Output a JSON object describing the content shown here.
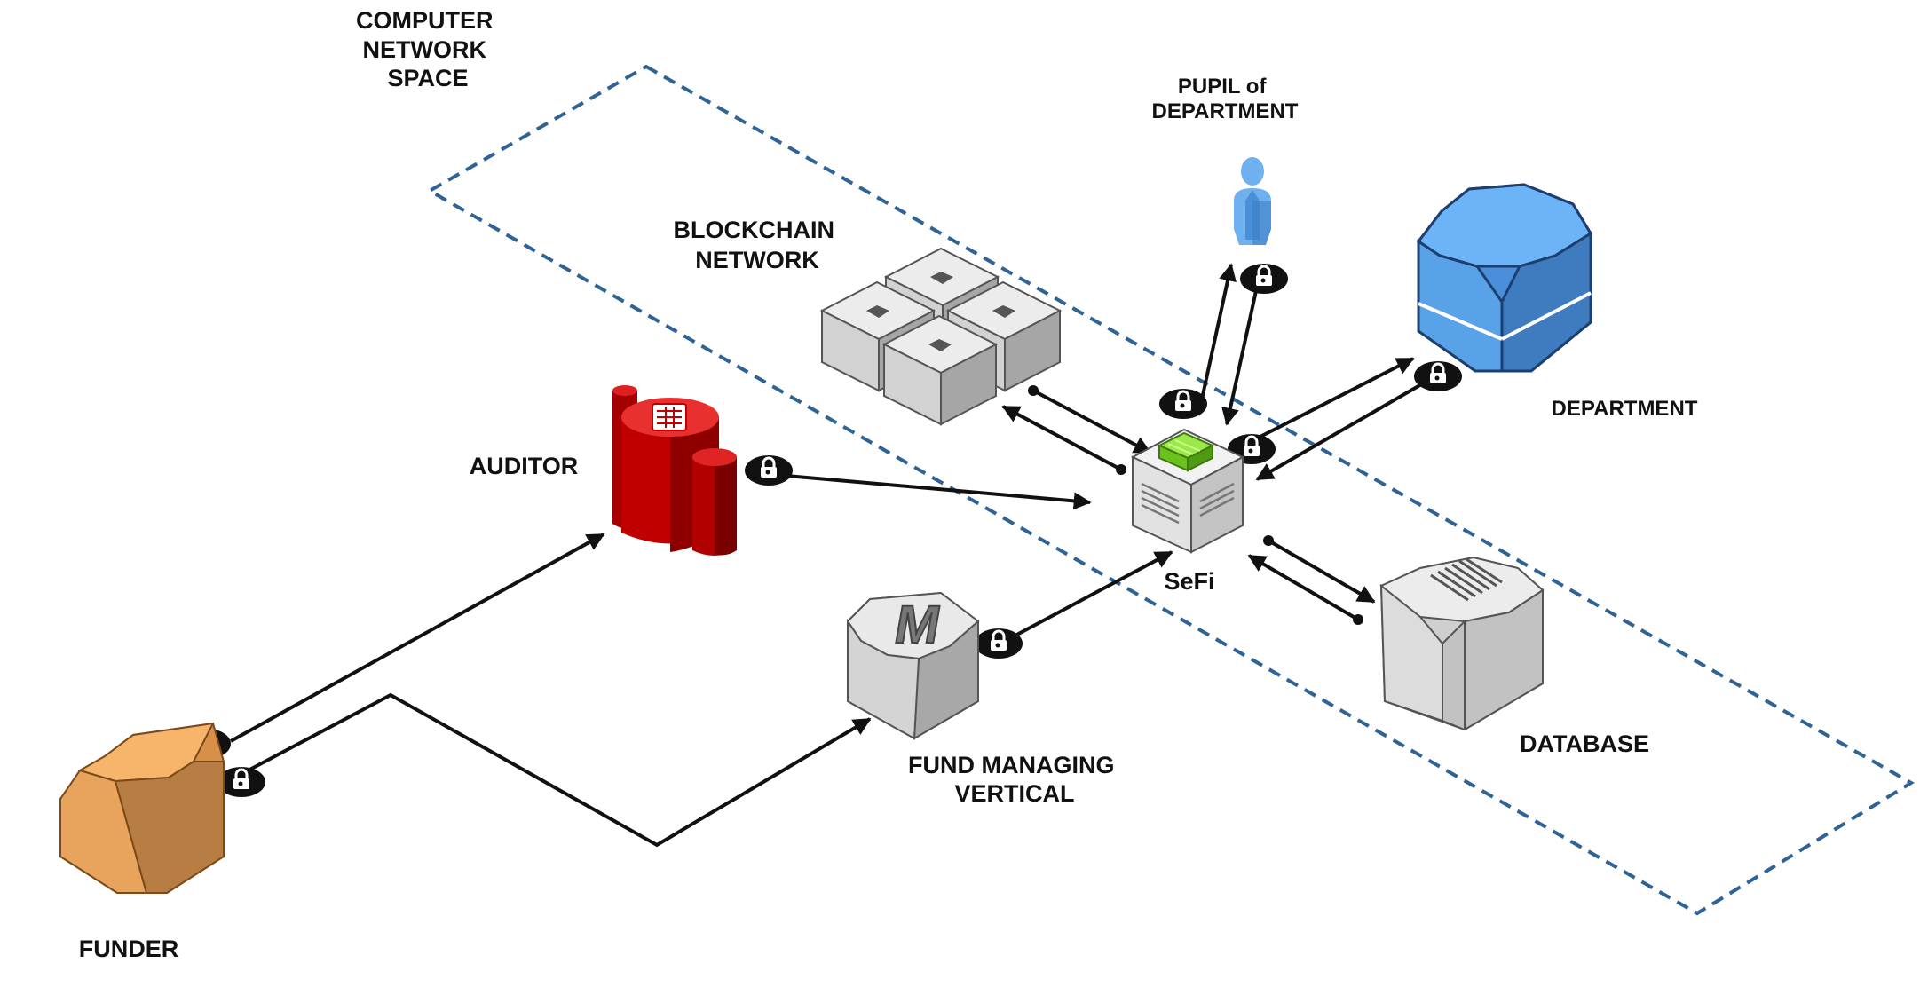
{
  "labels": {
    "network_space": [
      "COMPUTER",
      "NETWORK",
      "SPACE"
    ],
    "blockchain": [
      "BLOCKCHAIN",
      "NETWORK"
    ],
    "pupil": [
      "PUPIL of",
      "DEPARTMENT"
    ],
    "department": "DEPARTMENT",
    "auditor": "AUDITOR",
    "sefi": "SeFi",
    "database": "DATABASE",
    "fund_managing": [
      "FUND MANAGING",
      "VERTICAL"
    ],
    "funder": "FUNDER"
  },
  "node_letters": {
    "fund_managing": "M"
  },
  "colors": {
    "boundary_dash": "#2f6396",
    "funder": "#f0a35a",
    "auditor": "#c80000",
    "department": "#5aa2e8",
    "pupil": "#6fb1ef",
    "sefi_module": "#7ed321",
    "server_grey": "#d9d9d9"
  },
  "icons": {
    "secure_link": "padlock-icon",
    "pupil": "user-icon",
    "department": "octagon-vault-icon",
    "database": "database-server-icon",
    "blockchain": "server-cluster-icon",
    "auditor": "audit-cylinders-icon",
    "fund_managing": "m-octagon-icon",
    "funder": "octagon-funder-icon",
    "sefi": "server-box-icon"
  }
}
